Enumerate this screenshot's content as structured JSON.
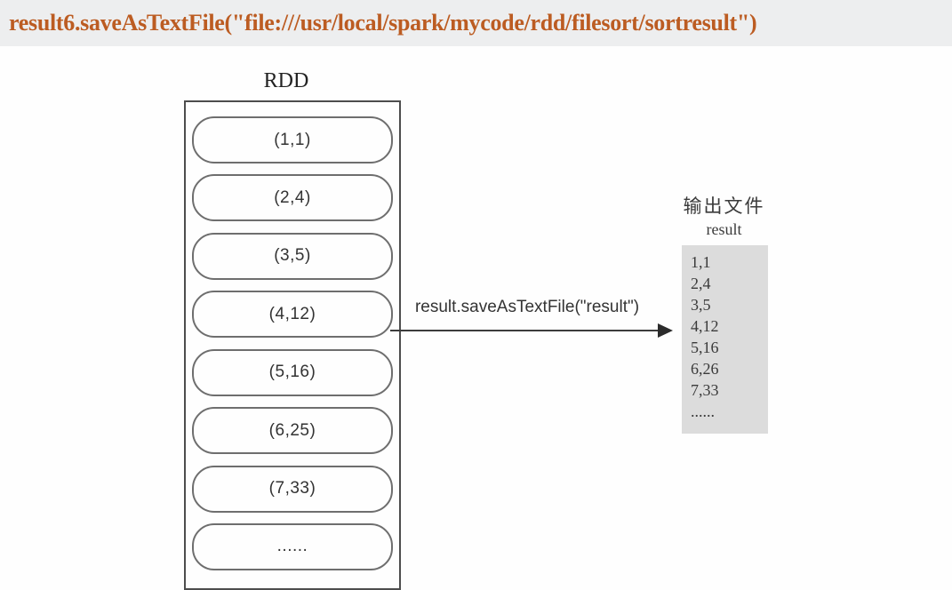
{
  "title_bar": {
    "code": "result6.saveAsTextFile(\"file:///usr/local/spark/mycode/rdd/filesort/sortresult\")"
  },
  "diagram": {
    "rdd": {
      "label": "RDD",
      "items": [
        "(1,1)",
        "(2,4)",
        "(3,5)",
        "(4,12)",
        "(5,16)",
        "(6,25)",
        "(7,33)",
        "......"
      ]
    },
    "arrow": {
      "label": "result.saveAsTextFile(\"result\")"
    },
    "output": {
      "title": "输出文件",
      "subtitle": "result",
      "lines": [
        "1,1",
        "2,4",
        "3,5",
        "4,12",
        "5,16",
        "6,26",
        "7,33",
        "......"
      ]
    }
  },
  "colors": {
    "title_text": "#bc5c22",
    "title_bar_bg": "#edeeef",
    "diagram_line": "#4d4d4d",
    "output_box_bg": "#dcdcdc"
  }
}
